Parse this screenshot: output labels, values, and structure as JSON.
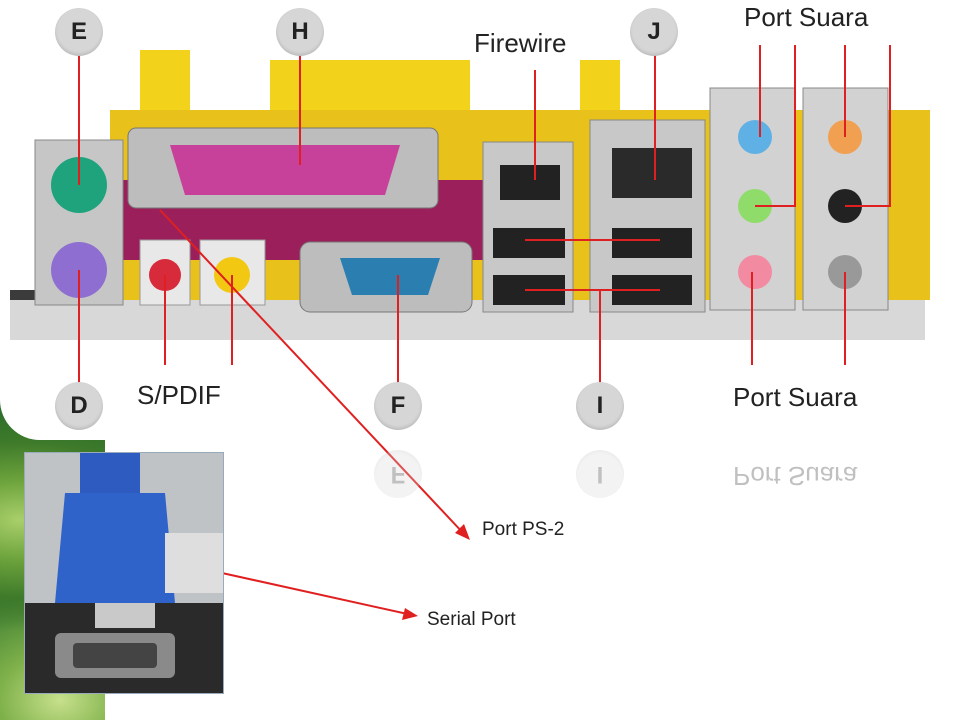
{
  "labels": {
    "E": "E",
    "H": "H",
    "J": "J",
    "D": "D",
    "F": "F",
    "I": "I"
  },
  "captions": {
    "firewire": "Firewire",
    "port_suara_top": "Port Suara",
    "port_suara_bottom": "Port Suara",
    "spdif": "S/PDIF",
    "port_ps2": "Port PS-2",
    "serial_port": "Serial Port"
  },
  "colors": {
    "pointer_line": "#e02020",
    "board_yellow": "#f2d21b",
    "ps2_green": "#1fa37d",
    "ps2_purple": "#8e6fd1",
    "parallel_magenta": "#c7419a",
    "serial_blue": "#2a7fb0",
    "audio_blue": "#5fb0e4",
    "audio_green": "#8fdc6a",
    "audio_pink": "#f28aa2",
    "audio_orange": "#f0a050"
  },
  "icons": [
    "vga-cable-photo",
    "motherboard-io-panel"
  ]
}
